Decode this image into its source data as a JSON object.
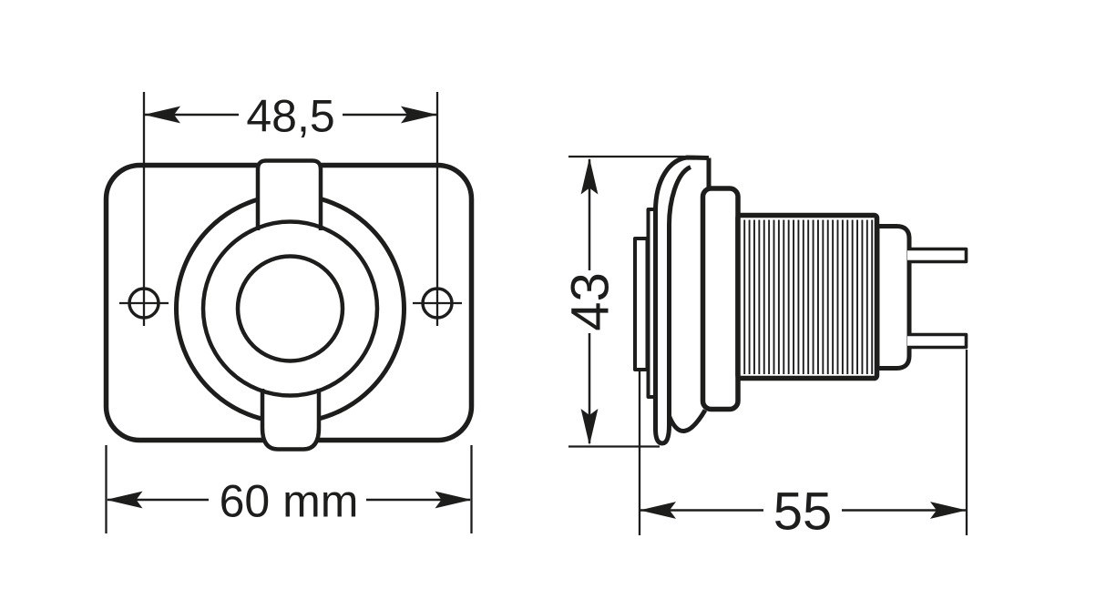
{
  "colors": {
    "ink": "#1d1d1b",
    "paper": "#ffffff"
  },
  "front_view": {
    "dim_hole_spacing": {
      "value": "48,5"
    },
    "dim_overall_width": {
      "value": "60 mm"
    }
  },
  "side_view": {
    "dim_overall_height": {
      "value": "43"
    },
    "dim_depth": {
      "value": "55"
    }
  }
}
